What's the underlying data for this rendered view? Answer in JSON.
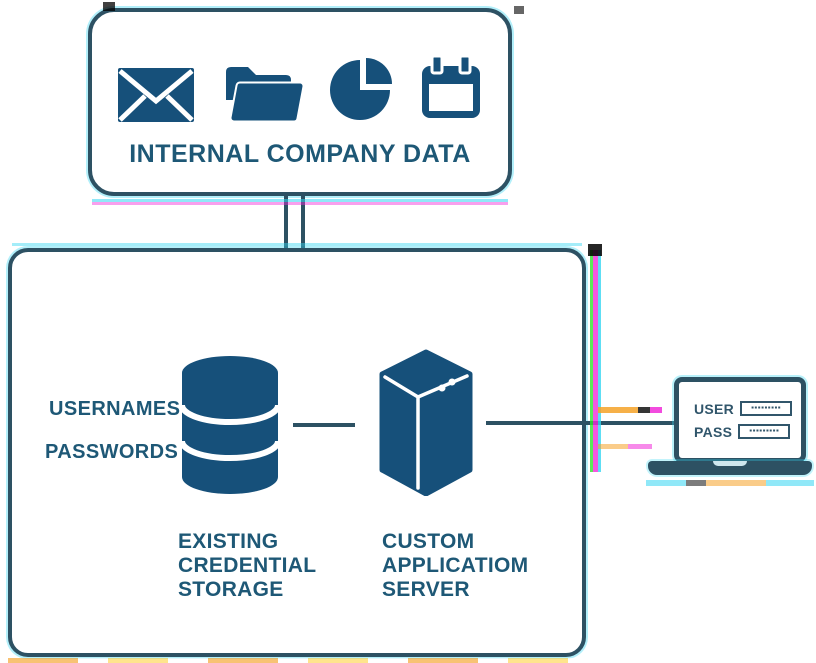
{
  "colors": {
    "primary_blue": "#16507A",
    "text_blue": "#1E5876",
    "box_border_slate": "#2D5163",
    "artifact_cyan": "#35D6F2",
    "artifact_magenta": "#F02BD8",
    "artifact_orange": "#F5A228",
    "background": "#FFFFFF"
  },
  "internal_data_box": {
    "title": "INTERNAL COMPANY DATA",
    "icons": [
      "envelope-icon",
      "folder-icon",
      "pie-chart-icon",
      "calendar-icon"
    ]
  },
  "system_box": {
    "labels": {
      "usernames": "USERNAMES",
      "passwords": "PASSWORDS"
    },
    "credential_storage": {
      "icon": "database-icon",
      "caption_lines": [
        "EXISTING",
        "CREDENTIAL",
        "STORAGE"
      ]
    },
    "application_server": {
      "icon": "server-icon",
      "caption_lines": [
        "CUSTOM",
        "APPLICATIOM",
        "SERVER"
      ]
    }
  },
  "laptop": {
    "user_label": "USER",
    "pass_label": "PASS",
    "user_value_masked": "▪▪▪▪▪▪▪▪▪",
    "pass_value_masked": "▪▪▪▪▪▪▪▪▪"
  }
}
